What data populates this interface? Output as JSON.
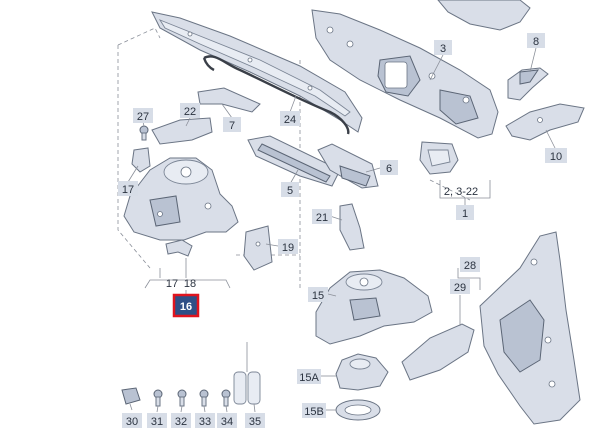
{
  "diagram": {
    "callouts": [
      {
        "id": "c3",
        "label": "3"
      },
      {
        "id": "c8",
        "label": "8"
      },
      {
        "id": "c10",
        "label": "10"
      },
      {
        "id": "c6",
        "label": "6"
      },
      {
        "id": "c2-22",
        "label": "2, 3-22"
      },
      {
        "id": "c1",
        "label": "1"
      },
      {
        "id": "c22",
        "label": "22"
      },
      {
        "id": "c27",
        "label": "27"
      },
      {
        "id": "c7",
        "label": "7"
      },
      {
        "id": "c24",
        "label": "24"
      },
      {
        "id": "c5",
        "label": "5"
      },
      {
        "id": "c17a",
        "label": "17"
      },
      {
        "id": "c21",
        "label": "21"
      },
      {
        "id": "c19",
        "label": "19"
      },
      {
        "id": "c17b",
        "label": "17"
      },
      {
        "id": "c18",
        "label": "18"
      },
      {
        "id": "c16",
        "label": "16",
        "selected": true
      },
      {
        "id": "c28",
        "label": "28"
      },
      {
        "id": "c29",
        "label": "29"
      },
      {
        "id": "c15",
        "label": "15"
      },
      {
        "id": "c15a",
        "label": "15A"
      },
      {
        "id": "c15b",
        "label": "15B"
      },
      {
        "id": "c30",
        "label": "30"
      },
      {
        "id": "c31",
        "label": "31"
      },
      {
        "id": "c32",
        "label": "32"
      },
      {
        "id": "c33",
        "label": "33"
      },
      {
        "id": "c34",
        "label": "34"
      },
      {
        "id": "c35",
        "label": "35"
      }
    ],
    "selected_part": "16",
    "colors": {
      "part_fill": "#d9dee8",
      "callout_bg": "#d7dde7",
      "selected_bg": "#2f4f86",
      "selected_border": "#e0141e"
    }
  }
}
